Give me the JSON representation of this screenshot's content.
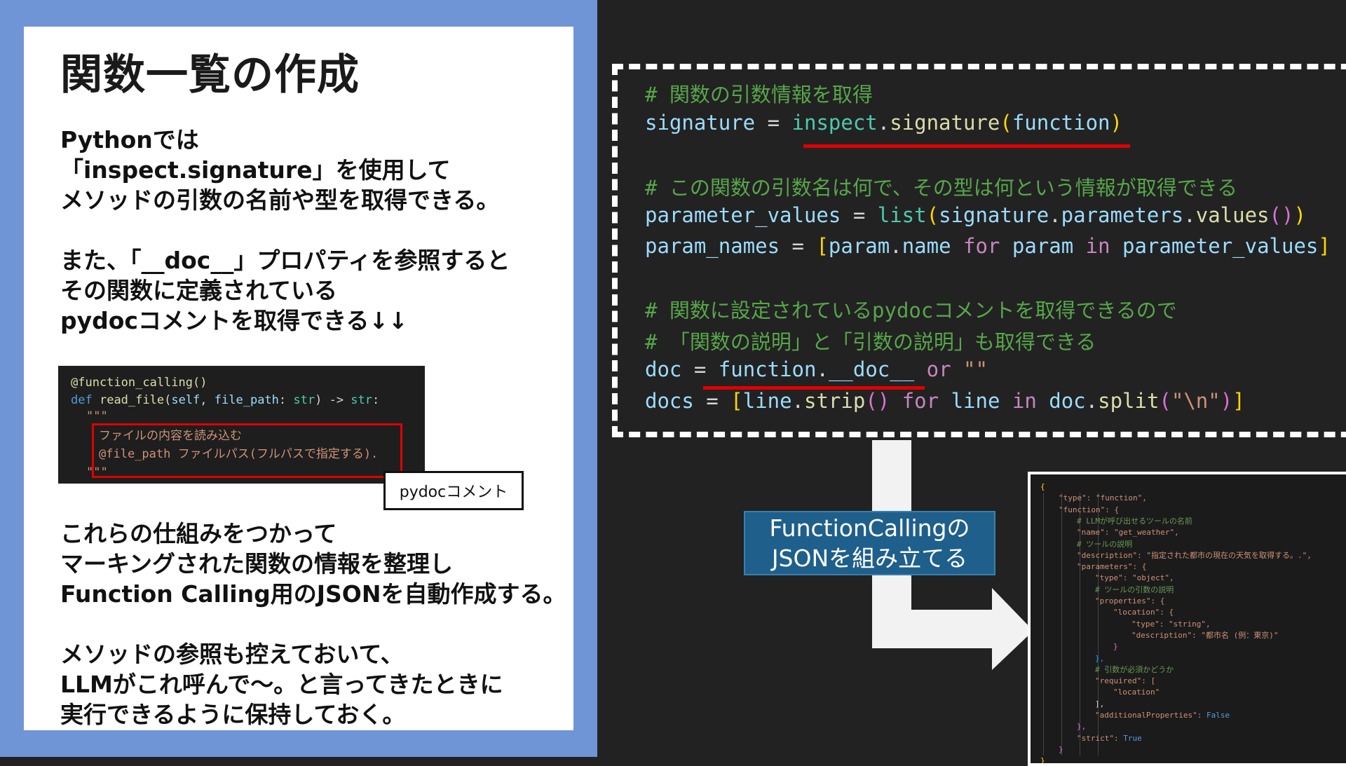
{
  "left": {
    "title": "関数一覧の作成",
    "para1": [
      "Pythonでは",
      "「inspect.signature」を使用して",
      "メソッドの引数の名前や型を取得できる。"
    ],
    "para2": [
      "また、「__doc__」プロパティを参照すると",
      "その関数に定義されている",
      "pydocコメントを取得できる↓↓"
    ],
    "para3": [
      "これらの仕組みをつかって",
      "マーキングされた関数の情報を整理し",
      "Function Calling用のJSONを自動作成する。"
    ],
    "para4": [
      "メソッドの参照も控えておいて、",
      "LLMがこれ呼んで〜。と言ってきたときに",
      "実行できるように保持しておく。"
    ],
    "snippet": {
      "decorator": "@function_calling()",
      "def_kw": "def",
      "fn_name": "read_file",
      "params_open": "(",
      "self": "self",
      "comma": ", ",
      "file_path": "file_path",
      "colon": ": ",
      "str_type": "str",
      "params_close": ") -> ",
      "ret_type": "str",
      "ret_colon": ":",
      "doc_open": "\"\"\"",
      "doc_line1": "ファイルの内容を読み込む",
      "doc_line2": "@file_path ファイルパス(フルパスで指定する).",
      "doc_close": "\"\"\""
    },
    "pydoc_label": "pydocコメント"
  },
  "code": {
    "c1": "# 関数の引数情報を取得",
    "l2_var": "signature",
    "l2_eq": " = ",
    "l2_mod": "inspect",
    "l2_dot": ".",
    "l2_fn": "signature",
    "l2_po": "(",
    "l2_arg": "function",
    "l2_pc": ")",
    "c2": "# この関数の引数名は何で、その型は何という情報が取得できる",
    "l4_var": "parameter_values",
    "l4_eq": " = ",
    "l4_fn": "list",
    "l4_po": "(",
    "l4_a": "signature",
    "l4_d1": ".",
    "l4_b": "parameters",
    "l4_d2": ".",
    "l4_c": "values",
    "l4_pi": "()",
    "l4_pc": ")",
    "l5_var": "param_names",
    "l5_eq": " = ",
    "l5_bo": "[",
    "l5_a": "param",
    "l5_d": ".",
    "l5_b": "name",
    "l5_for": " for ",
    "l5_c": "param",
    "l5_in": " in ",
    "l5_d2": "parameter_values",
    "l5_bc": "]",
    "c3": "# 関数に設定されているpydocコメントを取得できるので",
    "c4": "# 「関数の説明」と「引数の説明」も取得できる",
    "l8_var": "doc",
    "l8_eq": " = ",
    "l8_a": "function",
    "l8_d": ".",
    "l8_b": "__doc__",
    "l8_or": " or ",
    "l8_s": "\"\"",
    "l9_var": "docs",
    "l9_eq": " = ",
    "l9_bo": "[",
    "l9_a": "line",
    "l9_d": ".",
    "l9_fn": "strip",
    "l9_p": "()",
    "l9_for": " for ",
    "l9_b": "line",
    "l9_in": " in ",
    "l9_c": "doc",
    "l9_d2": ".",
    "l9_fn2": "split",
    "l9_po": "(",
    "l9_s": "\"\\n\"",
    "l9_pc": ")",
    "l9_bc": "]"
  },
  "callout": {
    "line1": "FunctionCallingの",
    "line2": "JSONを組み立てる"
  },
  "json_lines": [
    {
      "t": "{",
      "c": "jb1",
      "i": 0
    },
    {
      "t": "\"type\": \"function\",",
      "c": "jk",
      "i": 1
    },
    {
      "t": "\"function\": {",
      "c": "jk",
      "i": 1
    },
    {
      "t": "# LLMが呼び出せるツールの名前",
      "c": "jc",
      "i": 2
    },
    {
      "t": "\"name\": \"get_weather\",",
      "c": "jk",
      "i": 2
    },
    {
      "t": "# ツールの説明",
      "c": "jc",
      "i": 2
    },
    {
      "t": "\"description\": \"指定された都市の現在の天気を取得する。.\",",
      "c": "jk",
      "i": 2
    },
    {
      "t": "\"parameters\": {",
      "c": "jk",
      "i": 2
    },
    {
      "t": "\"type\": \"object\",",
      "c": "jk",
      "i": 3
    },
    {
      "t": "# ツールの引数の説明",
      "c": "jc",
      "i": 3
    },
    {
      "t": "\"properties\": {",
      "c": "jk",
      "i": 3
    },
    {
      "t": "\"location\": {",
      "c": "jk",
      "i": 4
    },
    {
      "t": "\"type\": \"string\",",
      "c": "jk",
      "i": 5
    },
    {
      "t": "\"description\": \"都市名 (例：東京)\"",
      "c": "jk",
      "i": 5
    },
    {
      "t": "}",
      "c": "jb2",
      "i": 4
    },
    {
      "t": "},",
      "c": "jb3",
      "i": 3
    },
    {
      "t": "# 引数が必須かどうか",
      "c": "jc",
      "i": 3
    },
    {
      "t": "\"required\": [",
      "c": "jk",
      "i": 3
    },
    {
      "t": "\"location\"",
      "c": "jk",
      "i": 4
    },
    {
      "t": "],",
      "c": "jp",
      "i": 3
    },
    {
      "t": "\"additionalProperties\": False",
      "c": "jk",
      "i": 3
    },
    {
      "t": "},",
      "c": "jb2",
      "i": 2
    },
    {
      "t": "\"strict\": True",
      "c": "jk",
      "i": 2
    },
    {
      "t": "}",
      "c": "jb2",
      "i": 1
    },
    {
      "t": "}",
      "c": "jb1",
      "i": 0
    }
  ]
}
